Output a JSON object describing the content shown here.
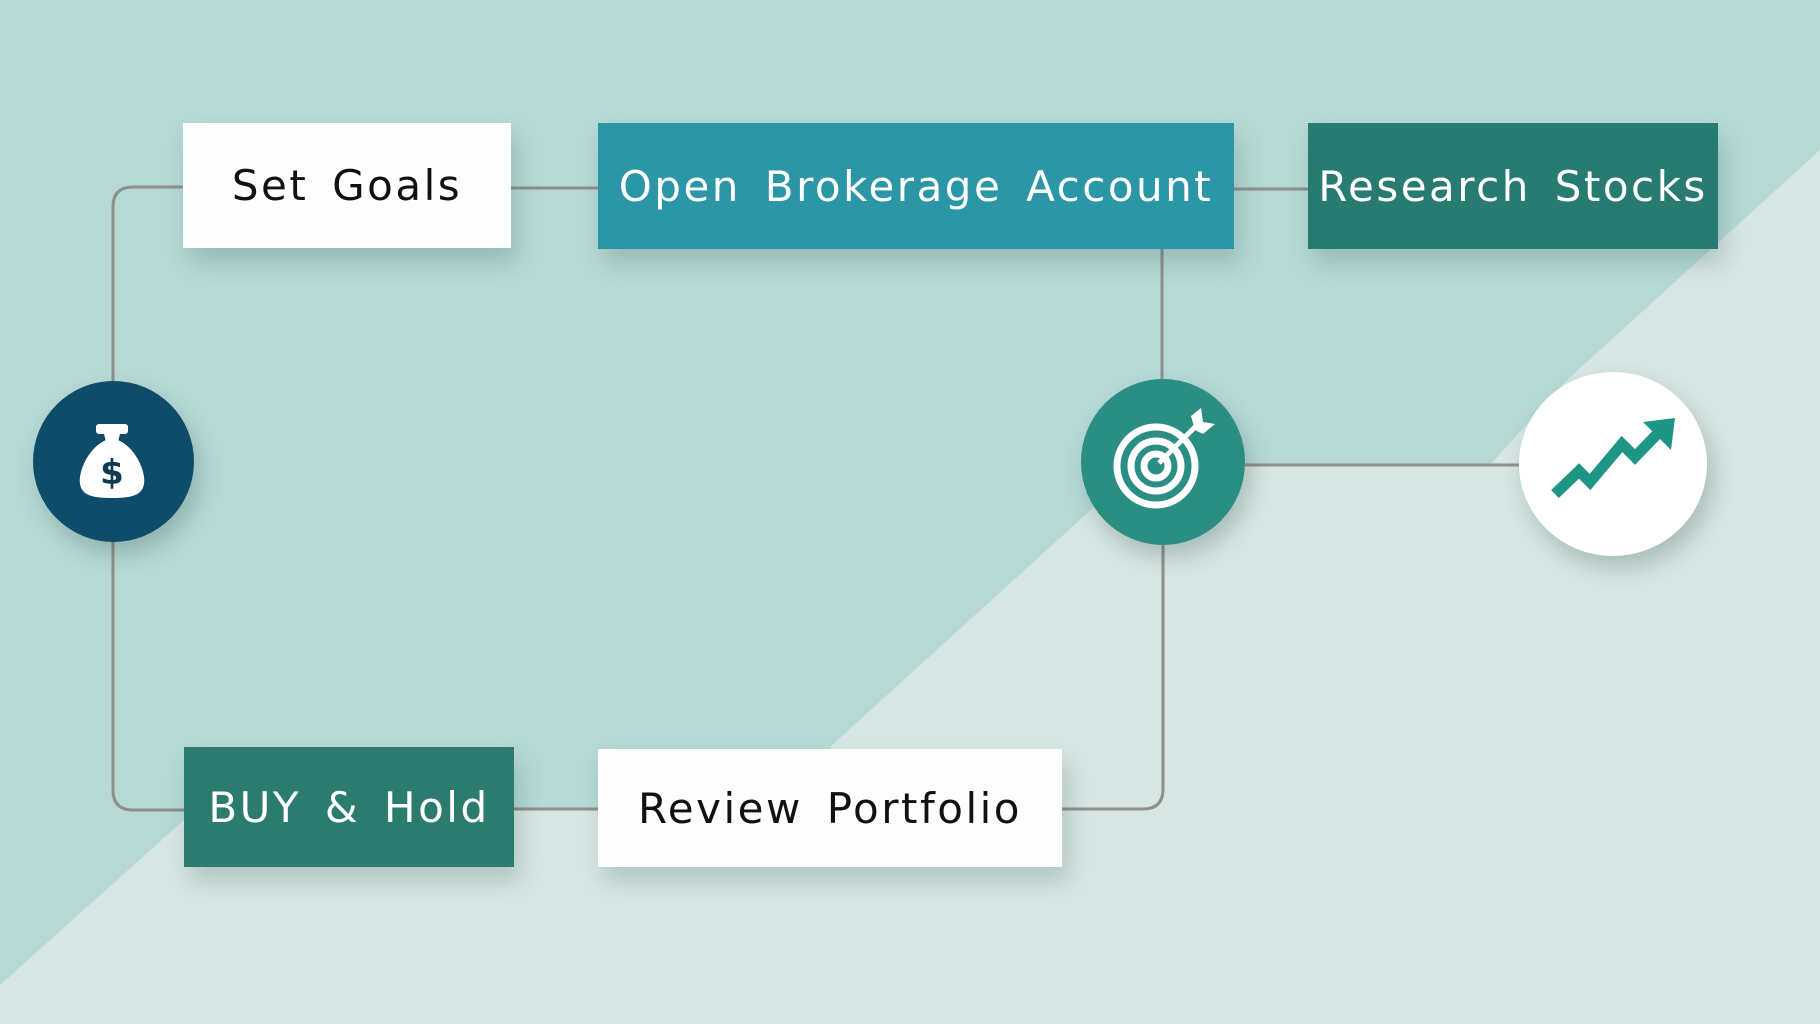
{
  "diagram": {
    "steps": [
      {
        "id": "set-goals",
        "label": "Set Goals"
      },
      {
        "id": "open-brokerage-account",
        "label": "Open Brokerage Account"
      },
      {
        "id": "research-stocks",
        "label": "Research Stocks"
      },
      {
        "id": "buy-and-hold",
        "label": "BUY & Hold"
      },
      {
        "id": "review-portfolio",
        "label": "Review Portfolio"
      }
    ],
    "nodes": [
      {
        "id": "money",
        "icon": "money-bag-icon",
        "color": "#0f4c69"
      },
      {
        "id": "target",
        "icon": "target-icon",
        "color": "#2a8f82"
      },
      {
        "id": "growth",
        "icon": "trend-up-arrow-icon",
        "color": "#ffffff",
        "icon_color": "#1f9685"
      }
    ]
  },
  "colors": {
    "background": "#b6d9d5",
    "background_light": "#d7e6e3",
    "connector": "#8e8e8e",
    "box_white": "#fdfdfd",
    "box_teal": "#2b96a6",
    "box_green": "#287b70"
  }
}
